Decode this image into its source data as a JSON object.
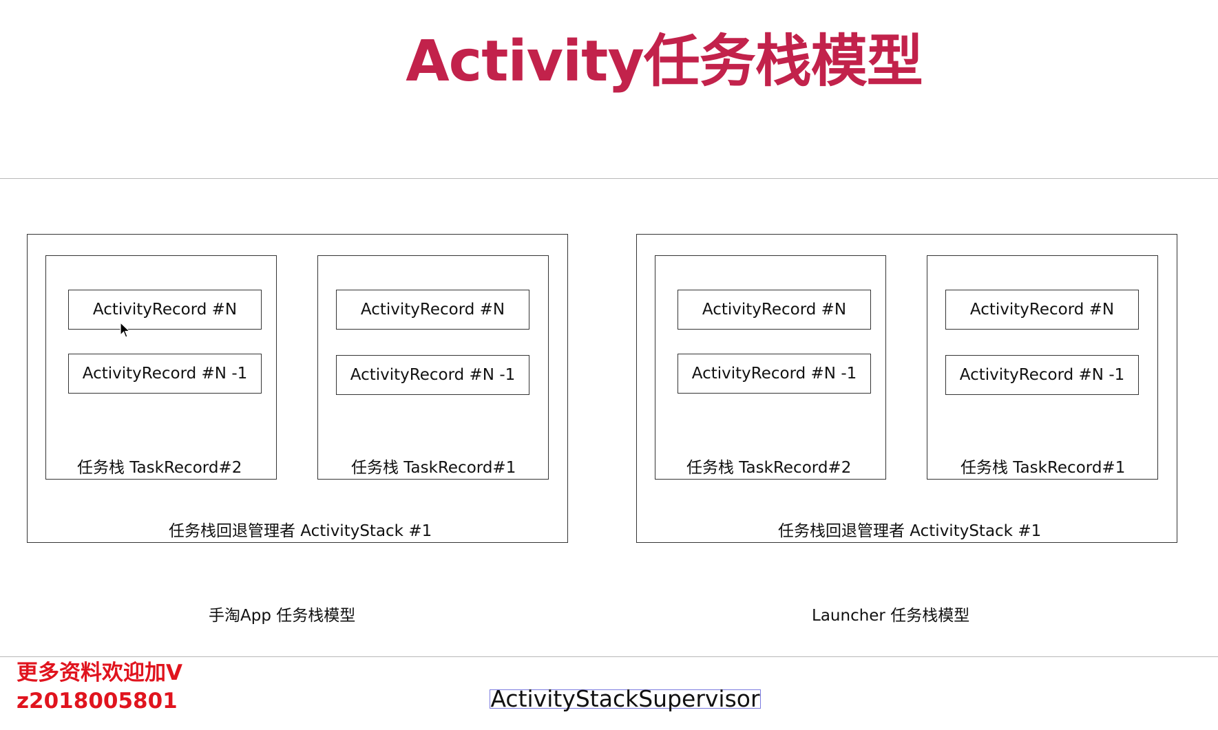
{
  "title": "Activity任务栈模型",
  "colors": {
    "title": "#c2224b",
    "promo": "#e0141e",
    "border": "#333333"
  },
  "models": [
    {
      "caption": "手淘App 任务栈模型",
      "stack_label": "任务栈回退管理者 ActivityStack #1",
      "tasks": [
        {
          "label": "任务栈 TaskRecord#2",
          "records": [
            "ActivityRecord #N",
            "ActivityRecord #N -1"
          ]
        },
        {
          "label": "任务栈 TaskRecord#1",
          "records": [
            "ActivityRecord #N",
            "ActivityRecord #N -1"
          ]
        }
      ]
    },
    {
      "caption": "Launcher 任务栈模型",
      "stack_label": "任务栈回退管理者 ActivityStack #1",
      "tasks": [
        {
          "label": "任务栈 TaskRecord#2",
          "records": [
            "ActivityRecord #N",
            "ActivityRecord #N -1"
          ]
        },
        {
          "label": "任务栈 TaskRecord#1",
          "records": [
            "ActivityRecord #N",
            "ActivityRecord #N -1"
          ]
        }
      ]
    }
  ],
  "supervisor": "ActivityStackSupervisor",
  "promo": {
    "line1": "更多资料欢迎加V",
    "line2": "z2018005801"
  },
  "cursor_icon": "mouse-pointer-icon"
}
